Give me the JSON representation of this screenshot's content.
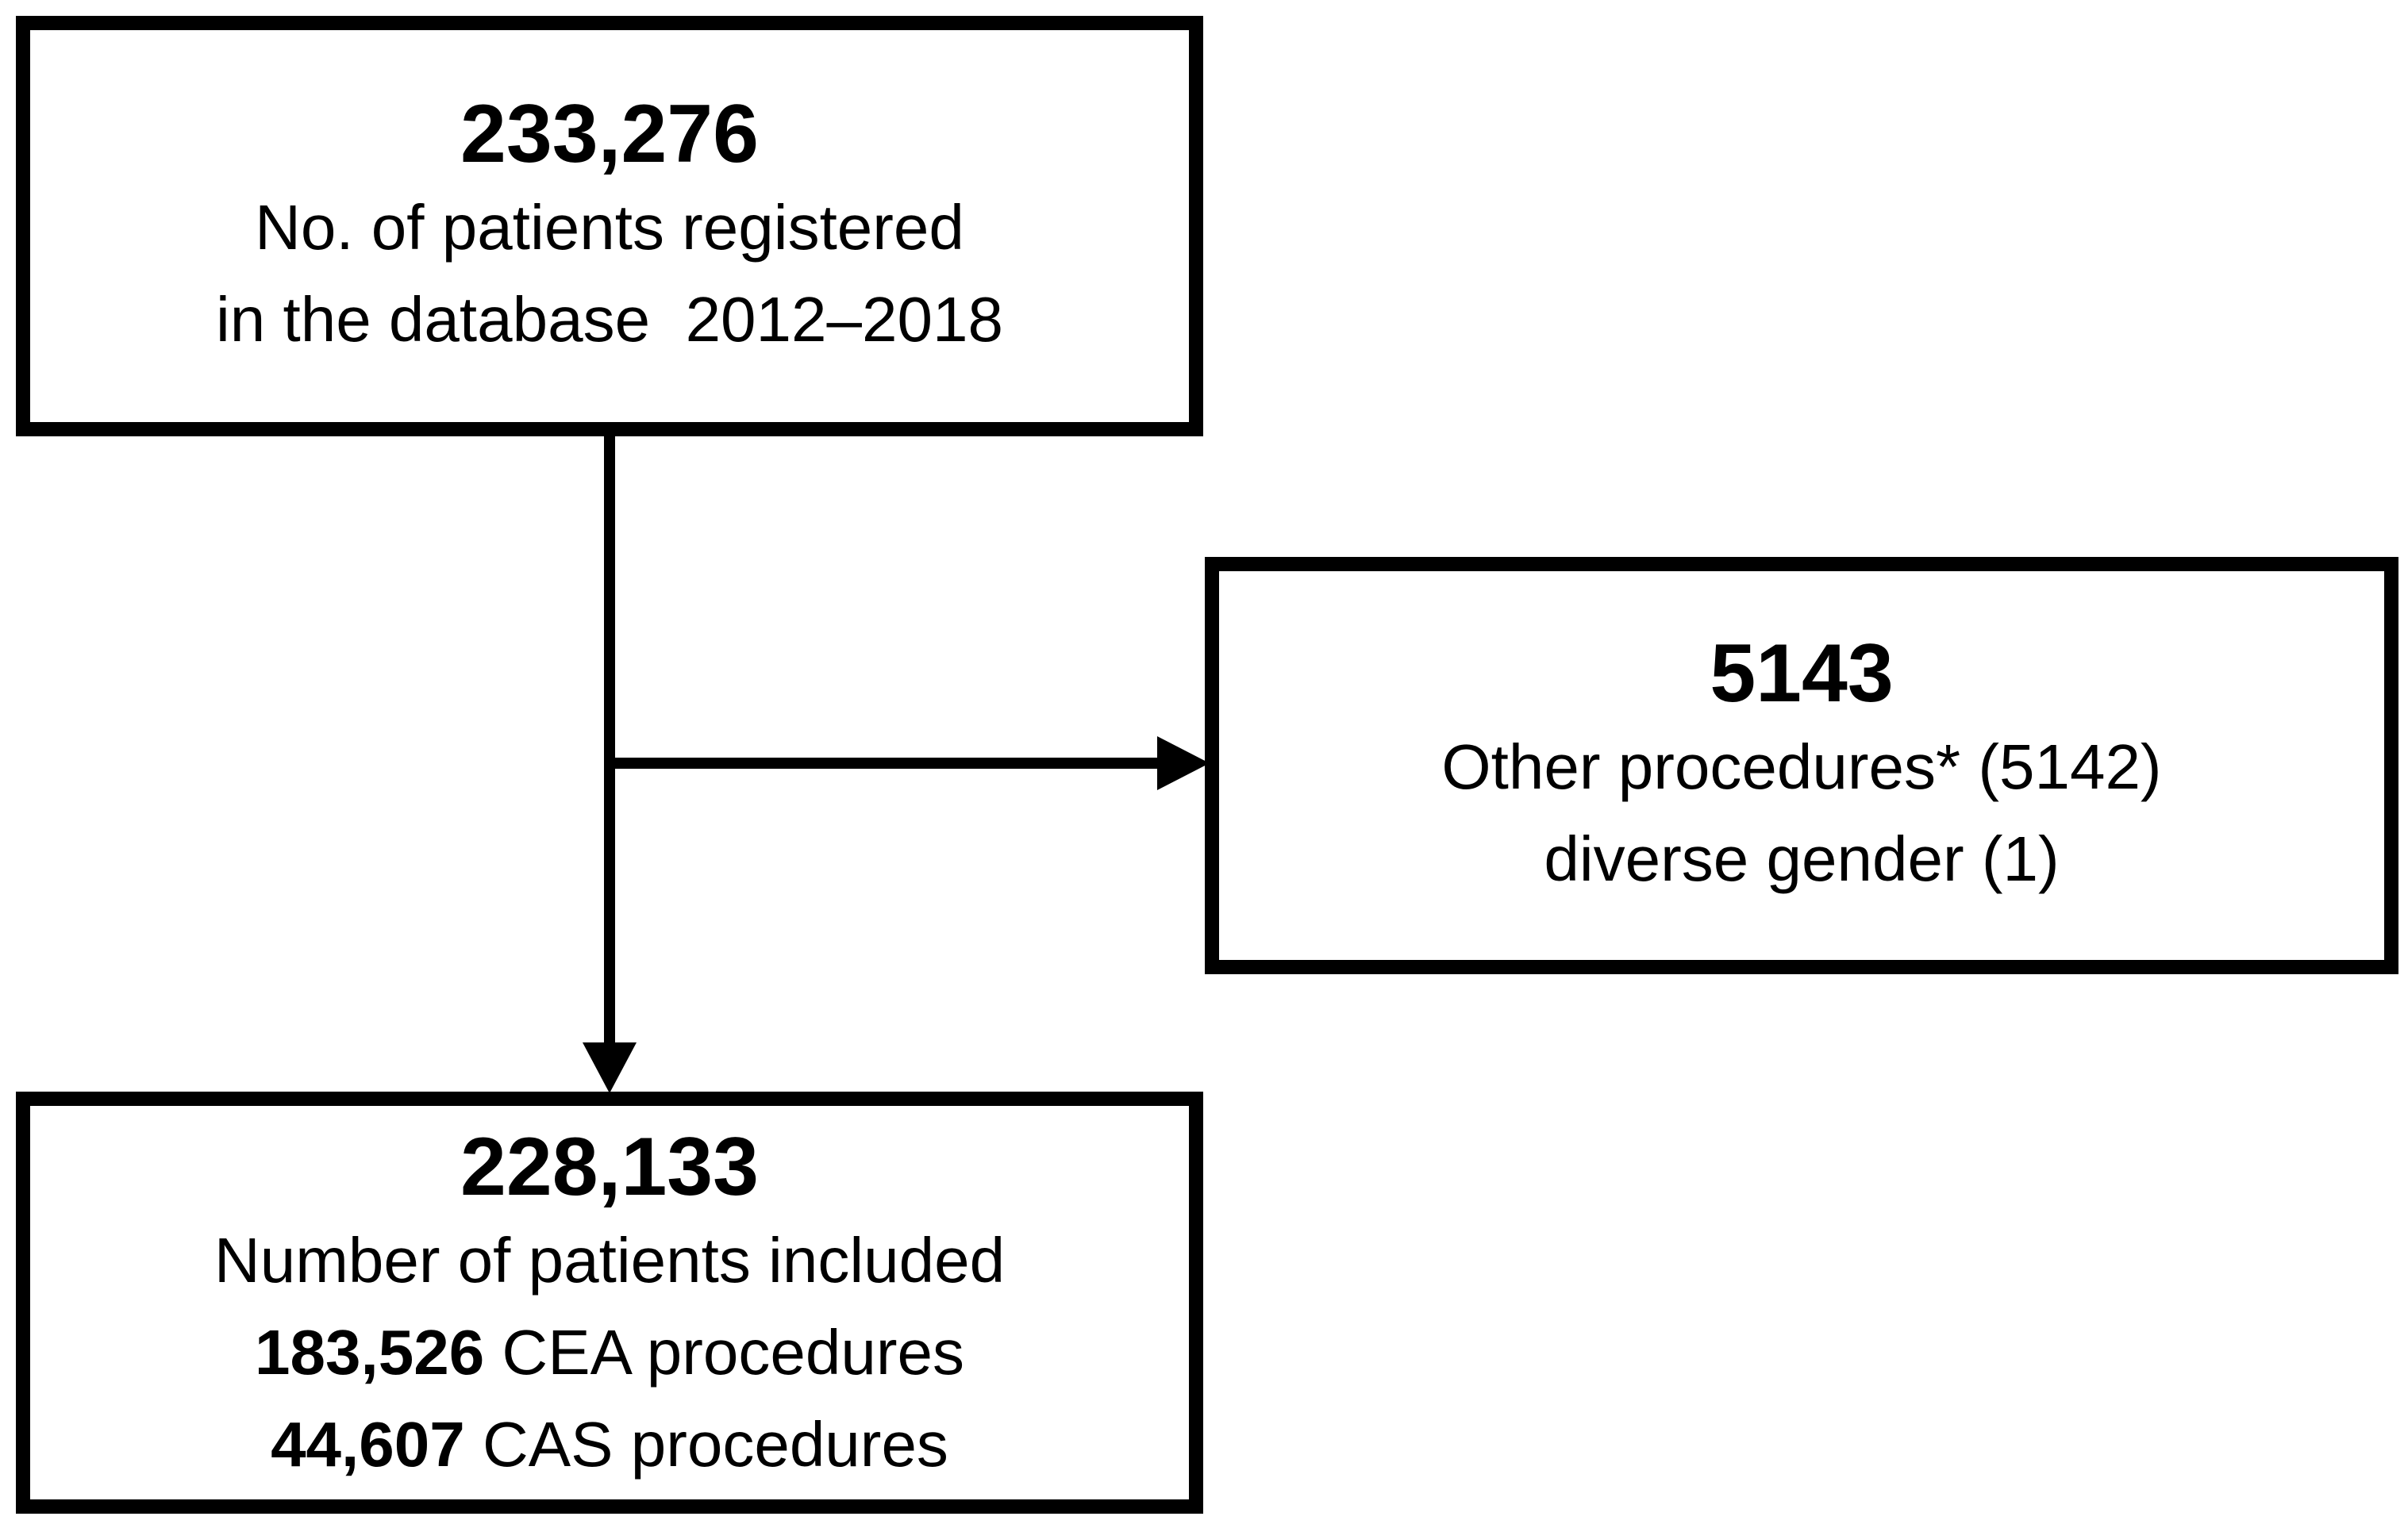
{
  "nodes": {
    "registered": {
      "count": "233,276",
      "line1": "No. of patients registered",
      "line2": "in the database  2012–2018"
    },
    "excluded": {
      "count": "5143",
      "line1": "Other procedures* (5142)",
      "line2": "diverse gender (1)"
    },
    "included": {
      "count": "228,133",
      "line1": "Number of patients included",
      "cea_count": "183,526",
      "cea_label": " CEA procedures",
      "cas_count": "44,607",
      "cas_label": " CAS procedures"
    }
  },
  "edges": [
    {
      "from": "registered",
      "to": "included"
    },
    {
      "from": "registered",
      "to": "excluded"
    }
  ],
  "colors": {
    "stroke": "#000000",
    "background": "#ffffff"
  }
}
